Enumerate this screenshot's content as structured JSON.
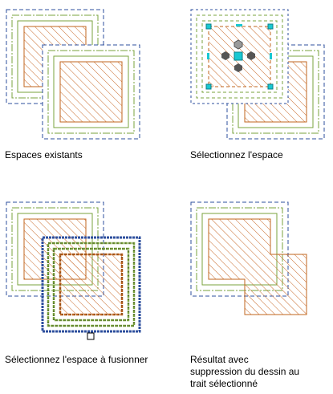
{
  "panels": [
    {
      "id": "existing",
      "caption": "Espaces existants"
    },
    {
      "id": "select",
      "caption": "Sélectionnez l'espace"
    },
    {
      "id": "merge",
      "caption": "Sélectionnez l'espace à fusionner"
    },
    {
      "id": "result",
      "caption": "Résultat avec\nsuppression du dessin au\ntrait sélectionné"
    }
  ],
  "colors": {
    "outer_boundary": "#2e4f9e",
    "green_boundary": "#7aa33c",
    "orange_boundary": "#c0641e",
    "hatch": "#c86a2a",
    "grip_cyan": "#19c8d2",
    "grip_gray": "#555555",
    "grip_light": "#9a9a9a"
  }
}
